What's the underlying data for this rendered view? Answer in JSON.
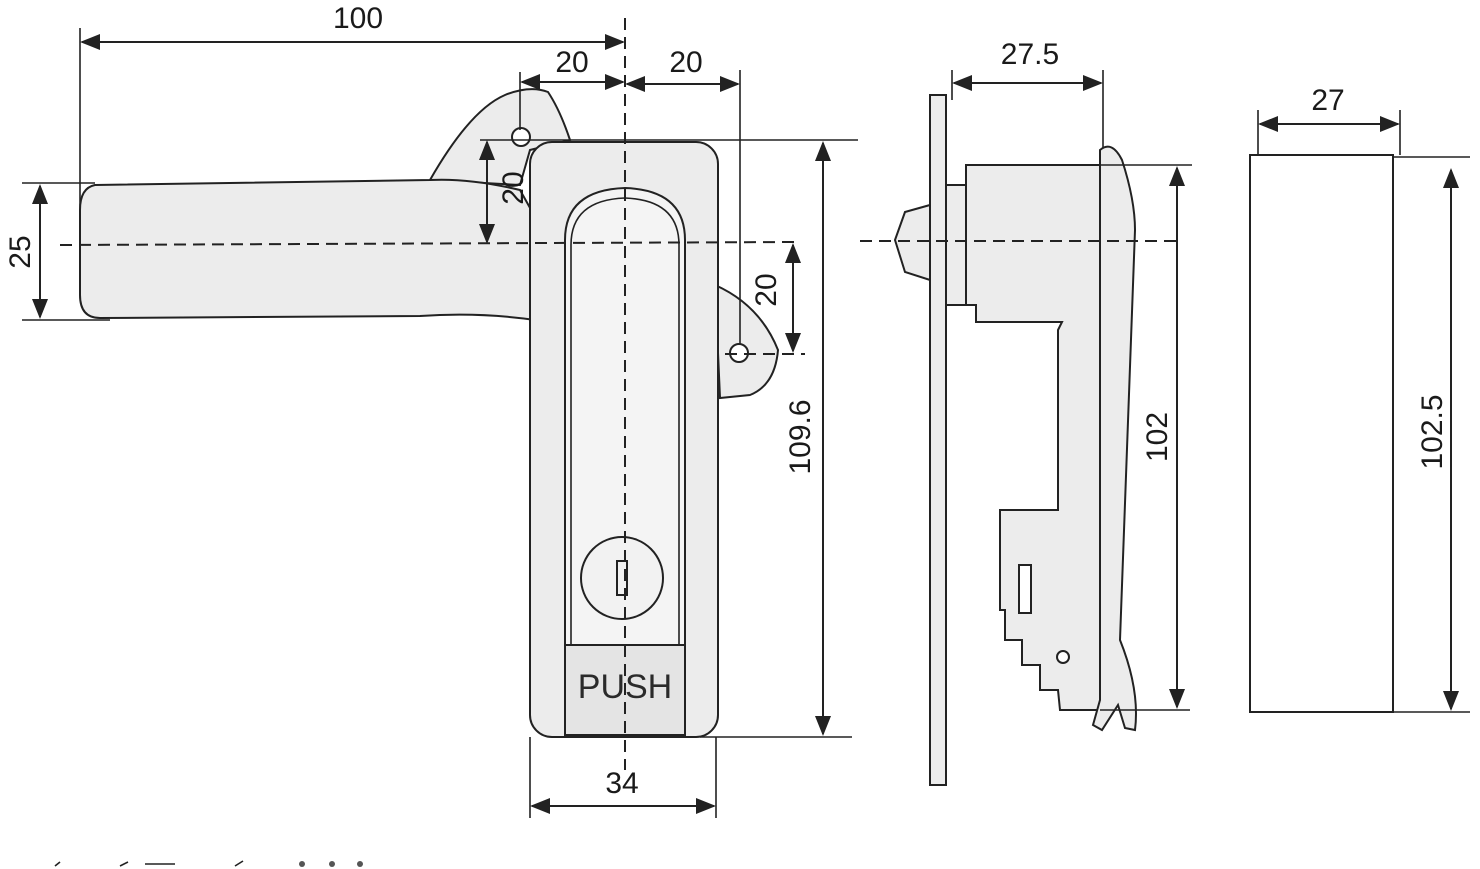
{
  "dimensions": {
    "front_width_overall": "100",
    "front_pivot_offset_left": "20",
    "front_pivot_offset_right": "20",
    "front_pivot_height_upper": "20",
    "front_handle_height": "25",
    "front_pivot_height_lower": "20",
    "front_height": "109.6",
    "front_body_width": "34",
    "side_depth": "27.5",
    "side_height": "102",
    "cutout_width": "27",
    "cutout_height": "102.5"
  },
  "labels": {
    "push": "PUSH"
  }
}
